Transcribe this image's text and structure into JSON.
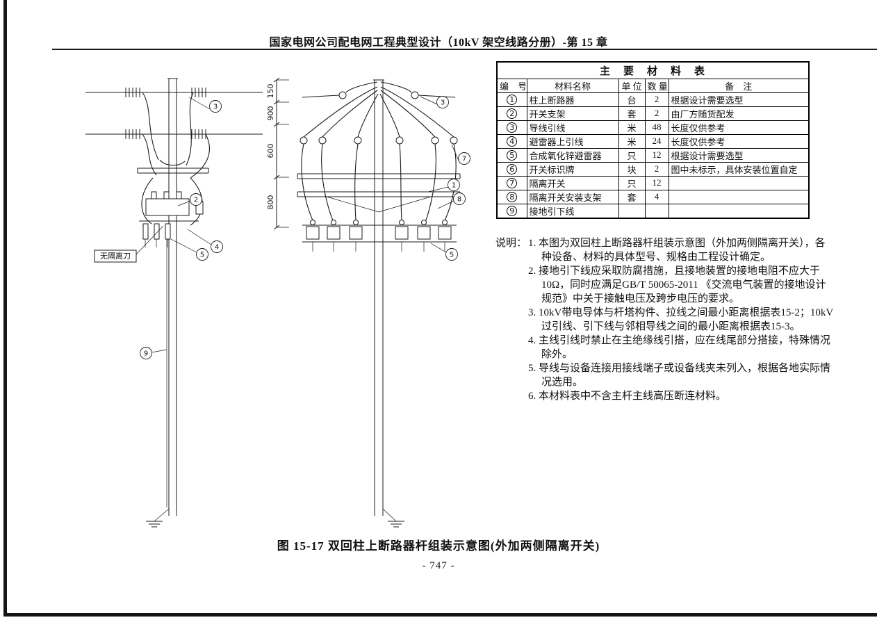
{
  "page": {
    "header_title": "国家电网公司配电网工程典型设计（10kV 架空线路分册）-第 15 章",
    "caption": "图 15-17  双回柱上断路器杆组装示意图(外加两侧隔离开关)",
    "page_number": "- 747 -"
  },
  "materials_table": {
    "title": "主　要　材　料　表",
    "headers": {
      "no": "编　号",
      "name": "材料名称",
      "unit": "单 位",
      "qty": "数 量",
      "note": "备　注"
    },
    "rows": [
      {
        "no": "1",
        "name": "柱上断路器",
        "unit": "台",
        "qty": "2",
        "note": "根据设计需要选型"
      },
      {
        "no": "2",
        "name": "开关支架",
        "unit": "套",
        "qty": "2",
        "note": "由厂方随货配发"
      },
      {
        "no": "3",
        "name": "导线引线",
        "unit": "米",
        "qty": "48",
        "note": "长度仅供参考"
      },
      {
        "no": "4",
        "name": "避雷器上引线",
        "unit": "米",
        "qty": "24",
        "note": "长度仅供参考"
      },
      {
        "no": "5",
        "name": "合成氧化锌避雷器",
        "unit": "只",
        "qty": "12",
        "note": "根据设计需要选型"
      },
      {
        "no": "6",
        "name": "开关标识牌",
        "unit": "块",
        "qty": "2",
        "note": "图中未标示，具体安装位置自定"
      },
      {
        "no": "7",
        "name": "隔离开关",
        "unit": "只",
        "qty": "12",
        "note": ""
      },
      {
        "no": "8",
        "name": "隔离开关安装支架",
        "unit": "套",
        "qty": "4",
        "note": ""
      },
      {
        "no": "9",
        "name": "接地引下线",
        "unit": "",
        "qty": "",
        "note": ""
      }
    ]
  },
  "notes": {
    "label": "说明：",
    "items": [
      "1. 本图为双回柱上断路器杆组装示意图（外加两侧隔离开关），各种设备、材料的具体型号、规格由工程设计确定。",
      "2. 接地引下线应采取防腐措施，且接地装置的接地电阻不应大于10Ω，同时应满足GB/T 50065-2011 《交流电气装置的接地设计规范》中关于接触电压及跨步电压的要求。",
      "3. 10kV带电导体与杆塔构件、拉线之间最小距离根据表15-2；10kV过引线、引下线与邻相导线之间的最小距离根据表15-3。",
      "4. 主线引线时禁止在主绝缘线引搭，应在线尾部分搭接，特殊情况除外。",
      "5. 导线与设备连接用接线端子或设备线夹未列入，根据各地实际情况选用。",
      "6. 本材料表中不含主杆主线高压断连材料。"
    ]
  },
  "diagram": {
    "dim_labels": [
      "150",
      "900",
      "600",
      "800"
    ],
    "side_view_callouts": [
      "3",
      "2",
      "5",
      "4",
      "9"
    ],
    "front_view_callouts": [
      "3",
      "7",
      "1",
      "8",
      "5"
    ],
    "no_isolator_label": "无隔离刀"
  }
}
